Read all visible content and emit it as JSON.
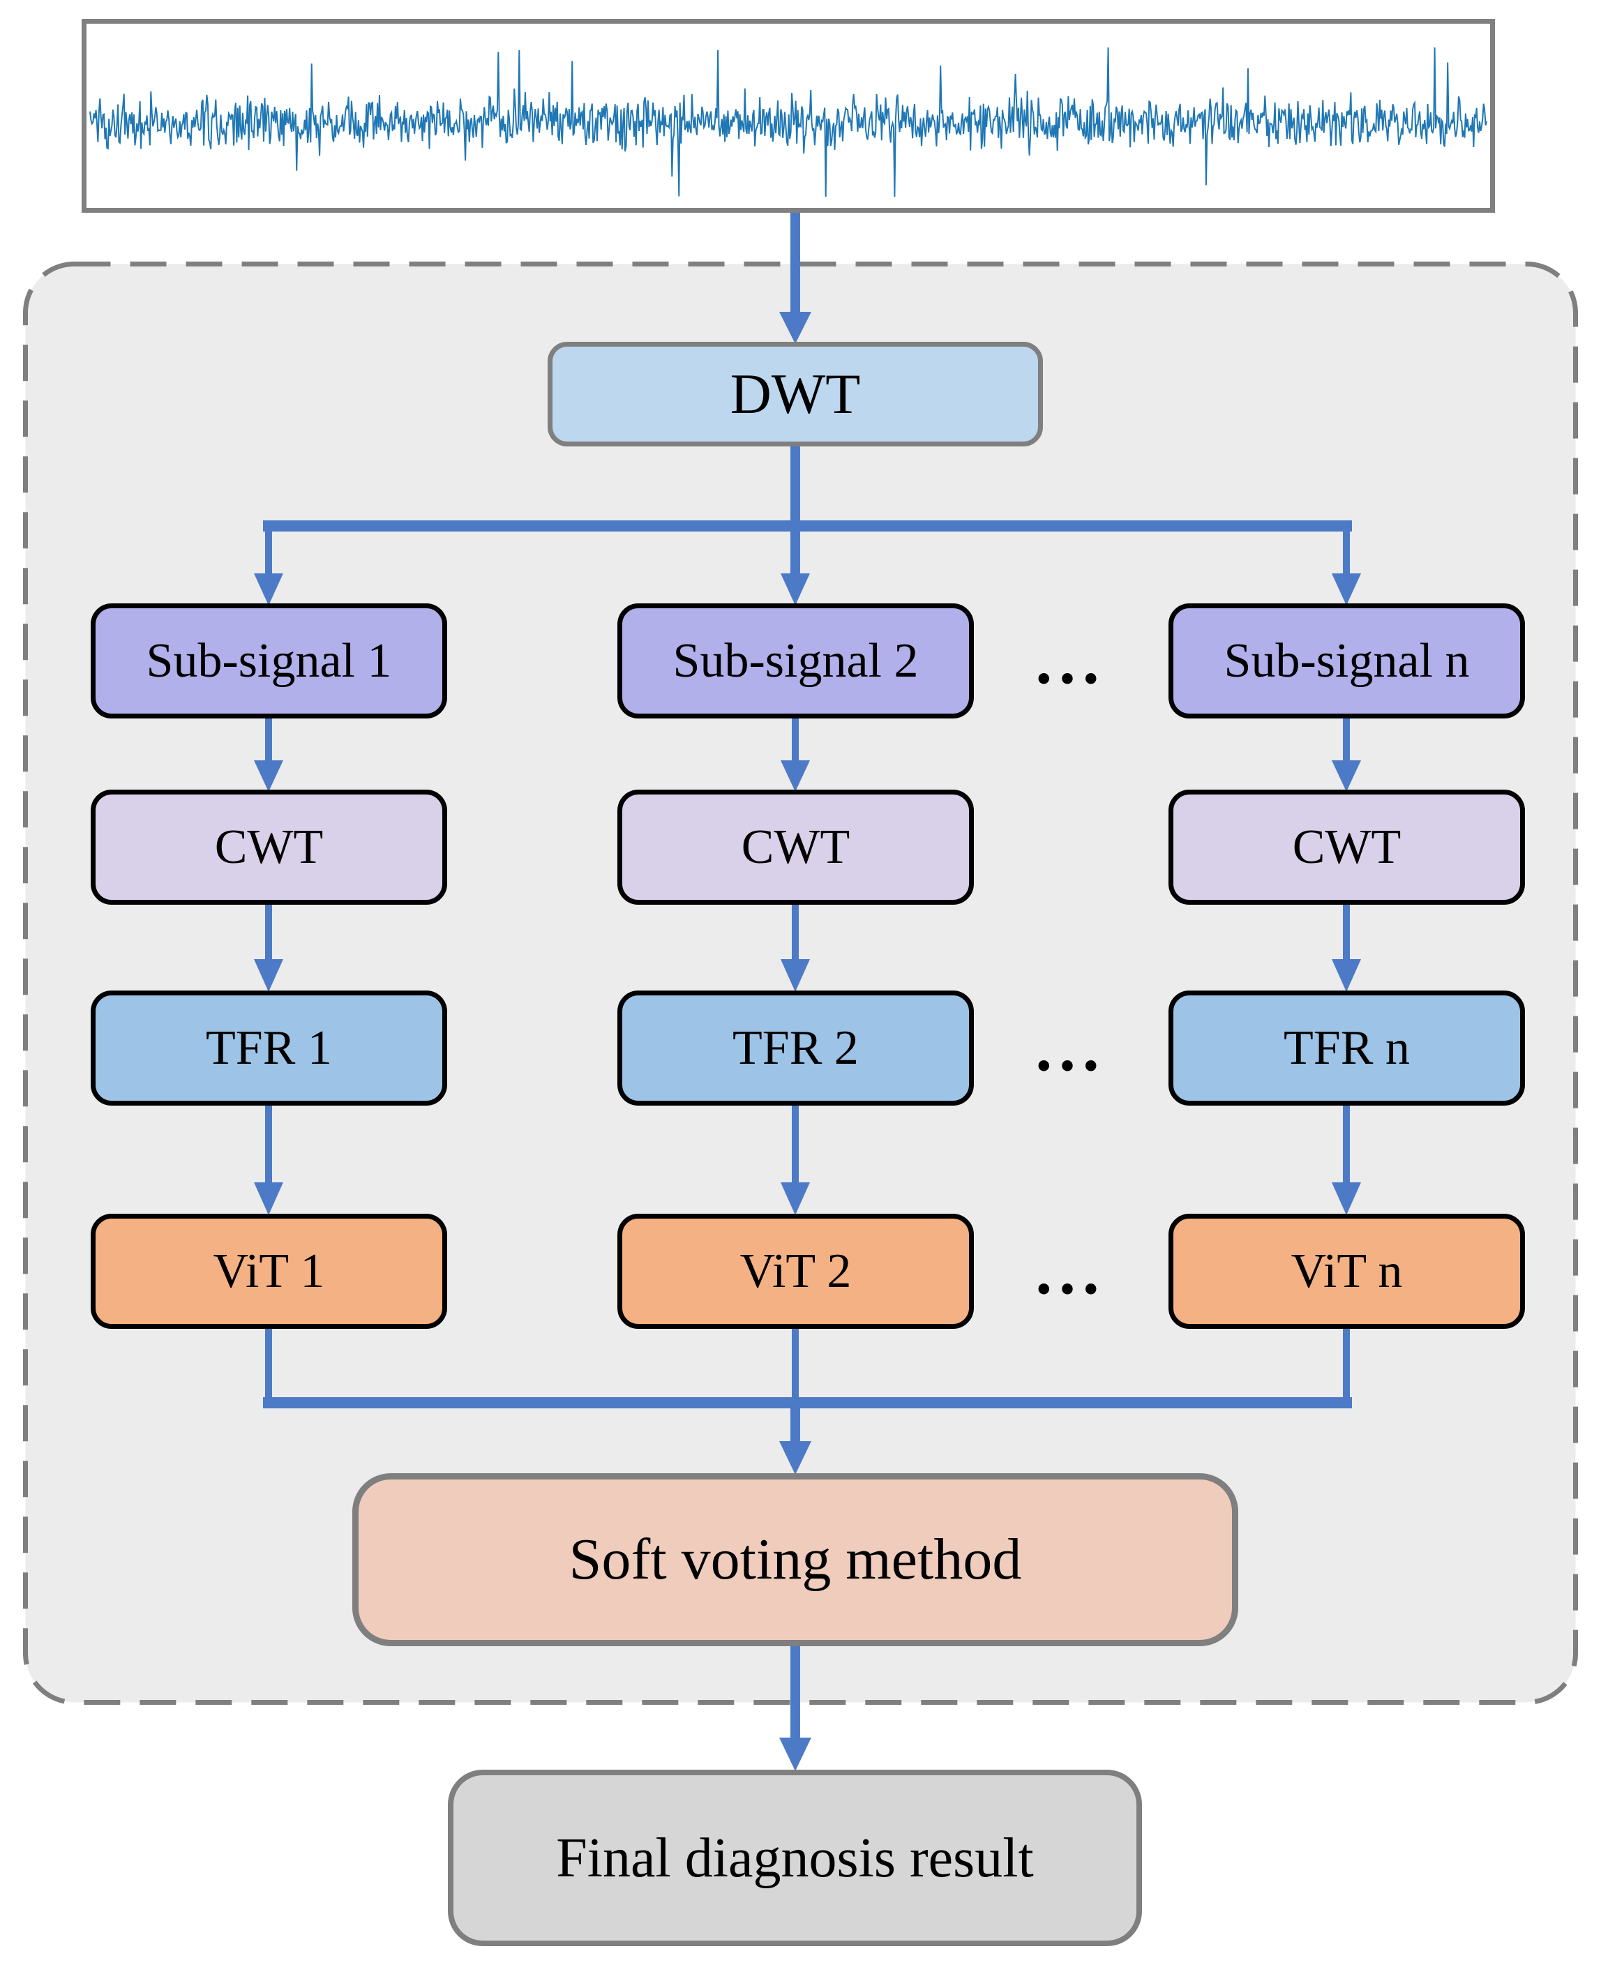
{
  "figure": {
    "signal_panel": {
      "name": "raw vibration signal waveform"
    },
    "dwt": {
      "label": "DWT"
    },
    "columns": [
      {
        "sub_label": "Sub-signal 1",
        "cwt_label": "CWT",
        "tfr_label": "TFR 1",
        "vit_label": "ViT 1"
      },
      {
        "sub_label": "Sub-signal 2",
        "cwt_label": "CWT",
        "tfr_label": "TFR 2",
        "vit_label": "ViT 2"
      },
      {
        "sub_label": "Sub-signal n",
        "cwt_label": "CWT",
        "tfr_label": "TFR n",
        "vit_label": "ViT n"
      }
    ],
    "ellipsis": "...",
    "soft_voting": {
      "label": "Soft voting method"
    },
    "final_result": {
      "label": "Final diagnosis result"
    }
  },
  "colors": {
    "arrow": "#4D7AC6",
    "container_fill": "#ECECEC",
    "container_border": "#7F7F7F",
    "waveform": "#1F77B4",
    "dwt_fill": "#BDD7EE",
    "sub_signal_fill": "#B2B0EB",
    "cwt_fill": "#D9D0E9",
    "tfr_fill": "#9DC3E6",
    "vit_fill": "#F4B183",
    "soft_voting_fill": "#F0CCBD",
    "final_result_fill": "#D6D6D6",
    "gray_border": "#7F7F7F",
    "black_border": "#000000",
    "signal_box_border": "#808080"
  }
}
